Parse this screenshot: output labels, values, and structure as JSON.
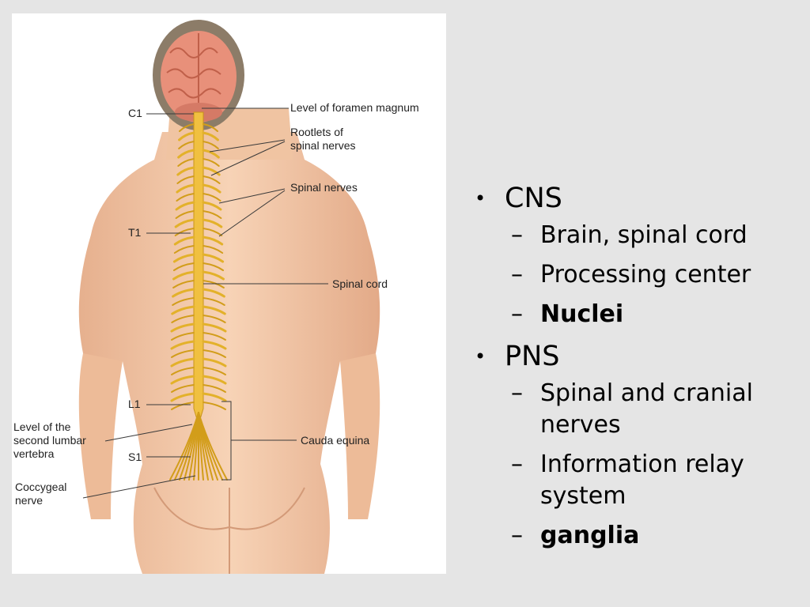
{
  "figure": {
    "labels": {
      "c1": "C1",
      "foramen": "Level of foramen magnum",
      "rootlets_1": "Rootlets of",
      "rootlets_2": "spinal nerves",
      "spinal_nerves": "Spinal nerves",
      "t1": "T1",
      "spinal_cord": "Spinal cord",
      "l1": "L1",
      "lumbar_1": "Level of the",
      "lumbar_2": "second lumbar",
      "lumbar_3": "vertebra",
      "s1": "S1",
      "cauda": "Cauda equina",
      "coccygeal_1": "Coccygeal",
      "coccygeal_2": "nerve"
    }
  },
  "bullets": {
    "marker": "•",
    "dash": "–",
    "cns": {
      "title": "CNS",
      "items": [
        "Brain, spinal cord",
        "Processing center",
        "Nuclei"
      ]
    },
    "pns": {
      "title": "PNS",
      "items": [
        "Spinal and cranial nerves",
        "Information relay system",
        "ganglia"
      ]
    }
  },
  "colors": {
    "skin": "#f2c8a8",
    "nerve": "#e3b12a",
    "brain": "#e8907a"
  }
}
